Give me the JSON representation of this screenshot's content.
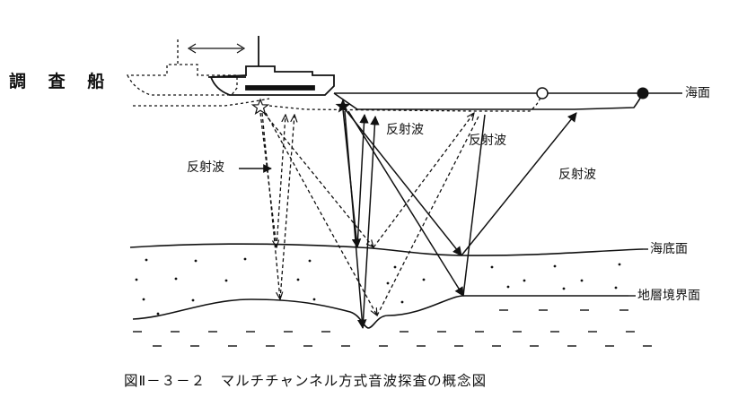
{
  "labels": {
    "ship": "調 査 船",
    "sea_surface": "海面",
    "seabed": "海底面",
    "layer_boundary": "地層境界面",
    "reflected_wave": "反射波"
  },
  "caption": "図Ⅱ－３－２　マルチチャンネル方式音波探査の概念図",
  "colors": {
    "line": "#111111",
    "background": "#ffffff"
  },
  "icons": {
    "ship": "ship-outline",
    "sound_source": "star-icon",
    "buoy_open": "circle-open-icon",
    "buoy_filled": "circle-filled-icon",
    "move_arrow": "double-arrow-icon"
  }
}
